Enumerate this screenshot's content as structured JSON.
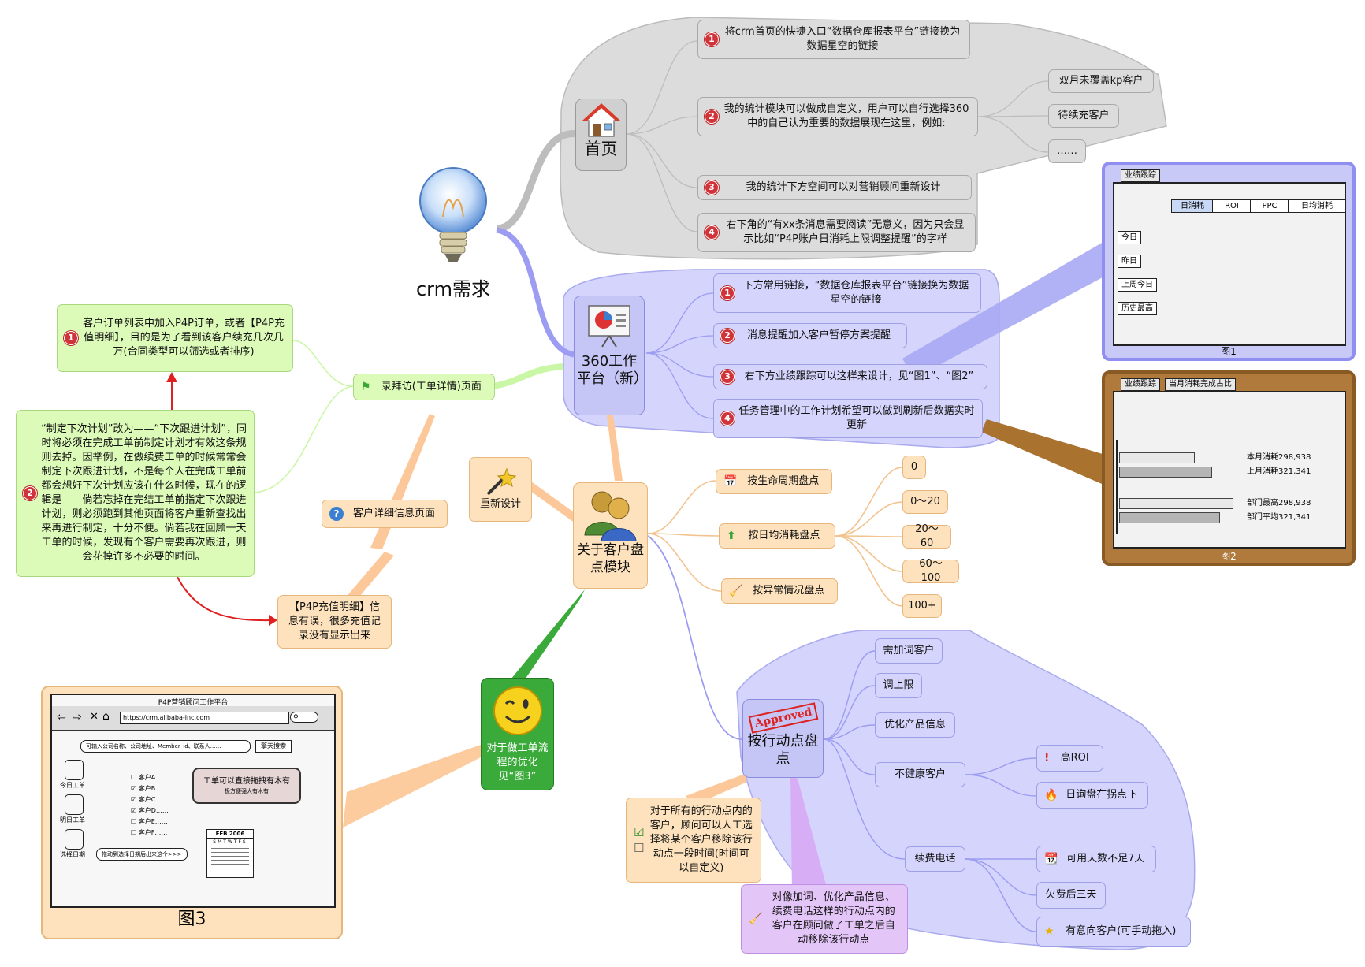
{
  "central": {
    "title": "crm需求"
  },
  "homepage": {
    "title": "首页",
    "items": [
      {
        "num": "1",
        "text": "将crm首页的快捷入口“数据仓库报表平台”链接换为数据星空的链接"
      },
      {
        "num": "2",
        "text": "我的统计模块可以做成自定义，用户可以自行选择360中的自己认为重要的数据展现在这里，例如:"
      },
      {
        "num": "3",
        "text": "我的统计下方空间可以对营销顾问重新设计"
      },
      {
        "num": "4",
        "text": "右下角的“有xx条消息需要阅读”无意义，因为只会显示比如“P4P账户日消耗上限调整提醒”的字样"
      }
    ],
    "examples": [
      "双月未覆盖kp客户",
      "待续充客户",
      "……"
    ]
  },
  "platform360": {
    "title": "360工作平台（新）",
    "items": [
      {
        "num": "1",
        "text": "下方常用链接，“数据仓库报表平台”链接换为数据星空的链接"
      },
      {
        "num": "2",
        "text": "消息提醒加入客户暂停方案提醒"
      },
      {
        "num": "3",
        "text": "右下方业绩跟踪可以这样来设计，见“图1”、“图2”"
      },
      {
        "num": "4",
        "text": "任务管理中的工作计划希望可以做到刷新后数据实时更新"
      }
    ]
  },
  "figure1": {
    "caption": "图1",
    "tab": "业绩跟踪",
    "buttons": [
      "日消耗",
      "ROI",
      "PPC",
      "日均消耗"
    ],
    "rows": [
      "今日",
      "昨日",
      "上周今日",
      "历史最高"
    ]
  },
  "figure2": {
    "caption": "图2",
    "tabs": [
      "业绩跟踪",
      "当月消耗完成占比"
    ],
    "bar_labels": [
      "本月消耗298,938",
      "上月消耗321,341",
      "部门最高298,938",
      "部门平均321,341"
    ]
  },
  "inventory": {
    "title": "关于客户盘点模块",
    "redesign": "重新设计",
    "branches": [
      {
        "text": "按生命周期盘点",
        "icon": "calendar-icon"
      },
      {
        "text": "按日均消耗盘点",
        "icon": "up-arrow-icon"
      },
      {
        "text": "按异常情况盘点",
        "icon": "broom-icon"
      }
    ],
    "ranges": [
      "0",
      "0～20",
      "20～60",
      "60～100",
      "100+"
    ]
  },
  "action_points": {
    "title": "按行动点盘点",
    "stamp": "Approved",
    "branches": [
      "需加词客户",
      "调上限",
      "优化产品信息",
      "不健康客户",
      "续费电话"
    ],
    "unhealthy": [
      "高ROI",
      "日询盘在拐点下"
    ],
    "renewal": [
      "可用天数不足7天",
      "欠费后三天",
      "有意向客户(可手动拖入)"
    ],
    "note_orange": "对于所有的行动点内的客户，顾问可以人工选择将某个客户移除该行动点一段时间(时间可以自定义)",
    "note_purple": "对像加词、优化产品信息、续费电话这样的行动点内的客户在顾问做了工单之后自动移除该行动点"
  },
  "visit": {
    "title": "录拜访(工单详情)页面",
    "note1_num": "1",
    "note1": "客户订单列表中加入P4P订单，或者【P4P充值明细】，目的是为了看到该客户续充几次几万(合同类型可以筛选或者排序)",
    "note2_num": "2",
    "note2": "“制定下次计划”改为——“下次跟进计划”，同时将必须在完成工单前制定计划才有效这条规则去掉。因举例，在做续费工单的时候常常会制定下次跟进计划，不是每个人在完成工单前都会想好下次计划应该在什么时候，现在的逻辑是——倘若忘掉在完结工单前指定下次跟进计划，则必须跑到其他页面将客户重新查找出来再进行制定，十分不便。倘若我在回顾一天工单的时候，发现有个客户需要再次跟进，则会花掉许多不必要的时间。"
  },
  "customer_detail": {
    "title": "客户详细信息页面"
  },
  "p4p_note": {
    "text": "【P4P充值明细】信息有误，很多充值记录没有显示出来"
  },
  "workflow": {
    "text": "对于做工单流程的优化见“图3”"
  },
  "figure3": {
    "caption": "图3",
    "window_title": "P4P营销顾问工作平台",
    "url": "https://crm.alibaba-inc.com",
    "search_placeholder": "可输入公司名称、公司地址、Member_id、联系人……",
    "search_button": "擎天搜索",
    "side_labels": [
      "今日工单",
      "明日工单",
      "选择日期"
    ],
    "customers": [
      "客户A……",
      "客户B……",
      "客户C……",
      "客户D……",
      "客户E……",
      "客户F……"
    ],
    "checked": [
      false,
      true,
      true,
      true,
      false,
      false
    ],
    "drag_title": "工单可以直接拖拽有木有",
    "drag_sub": "极方便强大有木有",
    "drag_hint": "拖动到选择日期后出来这个>>>",
    "calendar_header": "FEB 2006",
    "calendar_days": "SMTWTFS"
  },
  "colors": {
    "gray": "#dcdcdc",
    "lavender": "#d4d4fc",
    "orange": "#fde2bd",
    "green": "#dcfab8",
    "purple": "#e4c5f8",
    "brown": "#b07a3c",
    "green_dark": "#3aaa3a",
    "badge_red": "#d0343a"
  }
}
